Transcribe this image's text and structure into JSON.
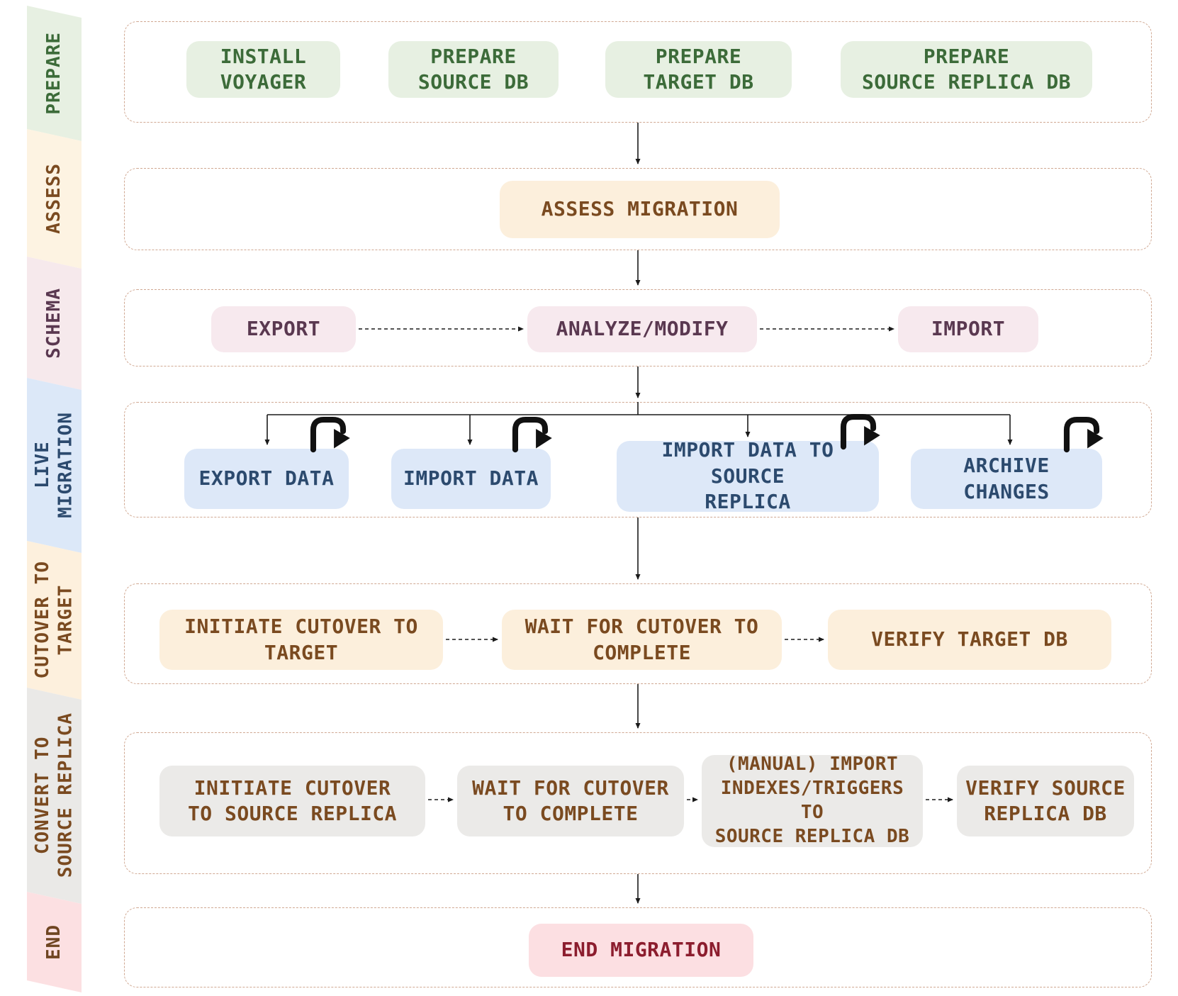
{
  "diagram_title": "Database migration workflow (Voyager) swimlane flowchart",
  "colors": {
    "lane_border": "#d0a892",
    "arrow": "#1a1a1a",
    "prepare_fill": "#e7f0e2",
    "prepare_text": "#3c6b39",
    "assess_fill": "#fcefdc",
    "assess_text": "#7a4a20",
    "schema_fill": "#f7e9ee",
    "schema_text": "#5a3850",
    "live_fill": "#dde8f8",
    "live_text": "#2c4a6e",
    "cutover_fill": "#fcefdc",
    "cutover_text": "#7a4a20",
    "convert_fill": "#ebeae8",
    "convert_text": "#7a4a20",
    "end_fill": "#fcdfe2",
    "end_text": "#8c1d2e",
    "end_band_text": "#6f4522"
  },
  "lanes": [
    {
      "label": "PREPARE",
      "nodes": [
        {
          "label": "INSTALL\nVOYAGER"
        },
        {
          "label": "PREPARE\nSOURCE DB"
        },
        {
          "label": "PREPARE\nTARGET DB"
        },
        {
          "label": "PREPARE\nSOURCE REPLICA DB"
        }
      ]
    },
    {
      "label": "ASSESS",
      "nodes": [
        {
          "label": "ASSESS MIGRATION"
        }
      ]
    },
    {
      "label": "SCHEMA",
      "nodes": [
        {
          "label": "EXPORT"
        },
        {
          "label": "ANALYZE/MODIFY"
        },
        {
          "label": "IMPORT"
        }
      ]
    },
    {
      "label": "LIVE\nMIGRATION",
      "nodes": [
        {
          "label": "EXPORT DATA",
          "icon": "loop-repeat-icon"
        },
        {
          "label": "IMPORT DATA",
          "icon": "loop-repeat-icon"
        },
        {
          "label": "IMPORT DATA TO SOURCE\nREPLICA",
          "icon": "loop-repeat-icon"
        },
        {
          "label": "ARCHIVE CHANGES",
          "icon": "loop-repeat-icon"
        }
      ]
    },
    {
      "label": "CUTOVER TO\nTARGET",
      "nodes": [
        {
          "label": "INITIATE CUTOVER TO\nTARGET"
        },
        {
          "label": "WAIT FOR CUTOVER TO\nCOMPLETE"
        },
        {
          "label": "VERIFY TARGET DB"
        }
      ]
    },
    {
      "label": "CONVERT TO\nSOURCE REPLICA",
      "nodes": [
        {
          "label": "INITIATE CUTOVER\nTO SOURCE REPLICA"
        },
        {
          "label": "WAIT FOR CUTOVER\nTO COMPLETE"
        },
        {
          "label": "(MANUAL) IMPORT\nINDEXES/TRIGGERS TO\nSOURCE REPLICA DB"
        },
        {
          "label": "VERIFY SOURCE\nREPLICA DB"
        }
      ]
    },
    {
      "label": "END",
      "nodes": [
        {
          "label": "END MIGRATION"
        }
      ]
    }
  ]
}
